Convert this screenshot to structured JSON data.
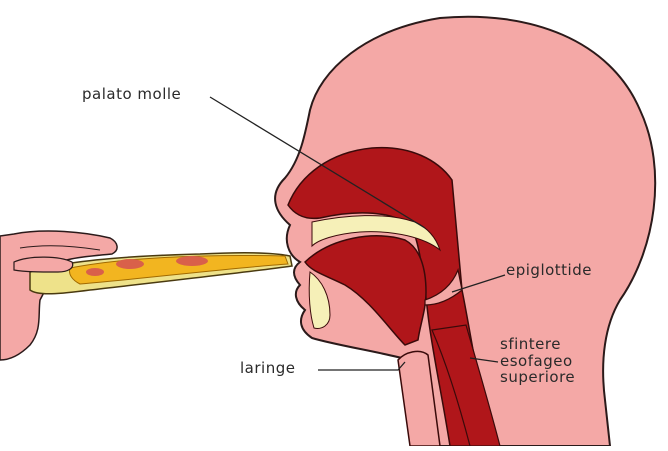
{
  "labels": {
    "soft_palate": "palato molle",
    "epiglottis": "epiglottide",
    "larynx": "laringe",
    "sphincter_line1": "sfintere",
    "sphincter_line2": "esofageo",
    "sphincter_line3": "superiore"
  },
  "colors": {
    "skin": "#f4a8a6",
    "skin_outline": "#2b1a1a",
    "tract": "#b0161a",
    "palate_highlight": "#f6f0b8",
    "pizza_crust": "#eee28a",
    "pizza_cheese": "#f2b520",
    "pepperoni": "#d9604a",
    "leader_line": "#222222"
  }
}
